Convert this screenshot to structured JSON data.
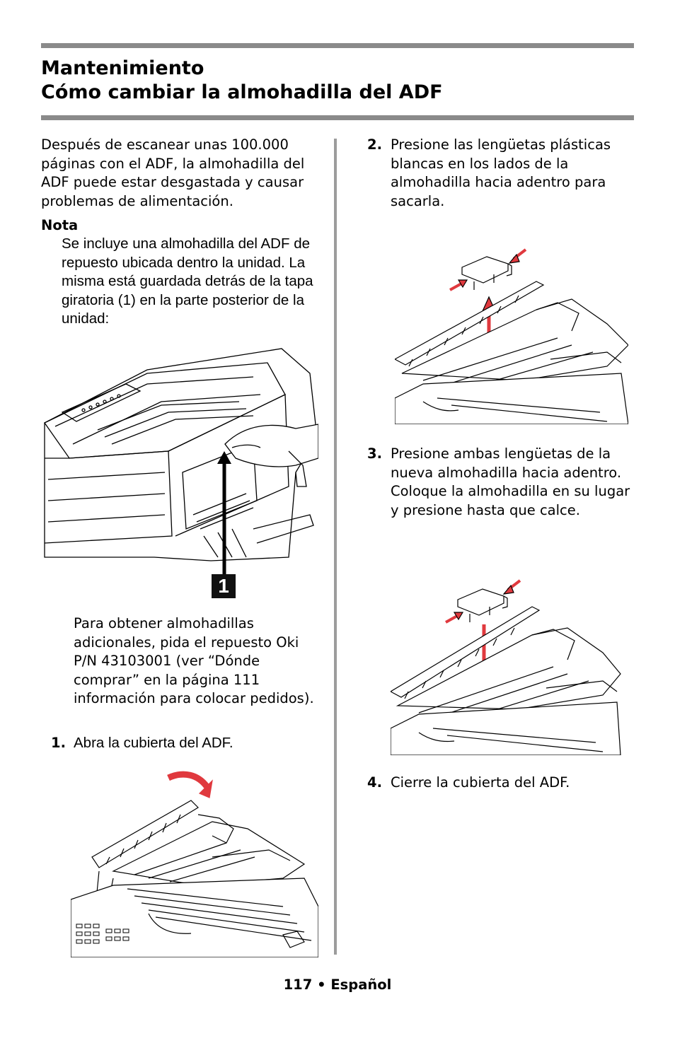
{
  "heading": {
    "line1": "Mantenimiento",
    "line2": "Cómo cambiar la almohadilla del ADF"
  },
  "intro": "Después de escanear unas 100.000 páginas con el ADF, la almohadilla del ADF puede estar desgastada y causar problemas de alimentación.",
  "note": {
    "label": "Nota",
    "text": "Se incluye una almohadilla del ADF de repuesto ubicada dentro la unidad. La misma está guardada detrás de la tapa giratoria (1) en la parte posterior de la unidad:"
  },
  "figure1_callout": "1",
  "order_info": "Para obtener almohadillas adicionales, pida el repuesto Oki P/N 43103001 (ver “Dónde comprar” en la página 111 información para colocar pedidos).",
  "steps": [
    {
      "num": "1.",
      "text": "Abra la cubierta del ADF."
    },
    {
      "num": "2.",
      "text": "Presione las lengüetas plásticas blancas en los lados de la almohadilla hacia adentro para sacarla."
    },
    {
      "num": "3.",
      "text": "Presione ambas lengüetas de la nueva almohadilla hacia adentro.  Coloque la almohadilla en su lugar y presione hasta que calce."
    },
    {
      "num": "4.",
      "text": "Cierre la cubierta del ADF."
    }
  ],
  "footer": "117 • Español",
  "colors": {
    "rule": "#8a8a8a",
    "divider": "#9c9c9c",
    "arrow_red": "#e0393e",
    "callout_bg": "#111111"
  }
}
